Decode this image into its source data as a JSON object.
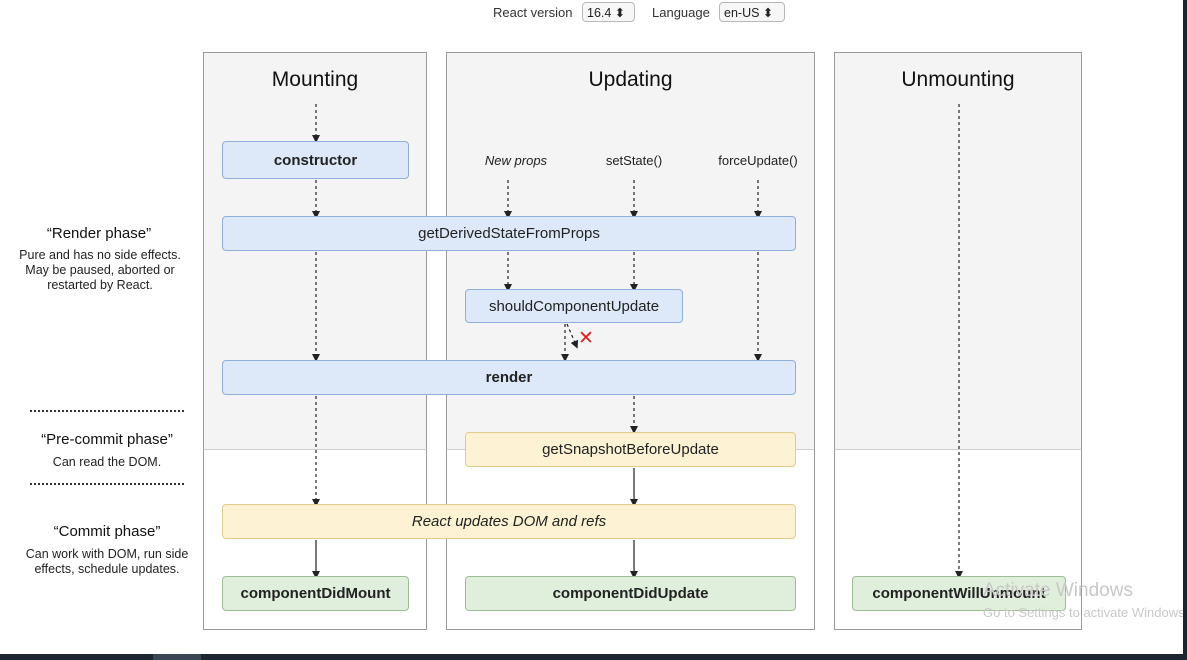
{
  "header": {
    "react_version_label": "React version",
    "react_version_value": "16.4 ⬍",
    "language_label": "Language",
    "language_value": "en-US ⬍"
  },
  "columns": {
    "mounting": "Mounting",
    "updating": "Updating",
    "unmounting": "Unmounting"
  },
  "triggers": {
    "new_props": "New props",
    "set_state": "setState()",
    "force_update": "forceUpdate()"
  },
  "methods": {
    "constructor": "constructor",
    "get_derived_state": "getDerivedStateFromProps",
    "should_component_update": "shouldComponentUpdate",
    "render": "render",
    "get_snapshot": "getSnapshotBeforeUpdate",
    "react_updates": "React updates DOM and refs",
    "component_did_mount": "componentDidMount",
    "component_did_update": "componentDidUpdate",
    "component_will_unmount": "componentWillUnmount"
  },
  "phases": {
    "render_title": "“Render phase”",
    "render_desc": "Pure and has no side effects. May be paused, aborted or restarted by React.",
    "precommit_title": "“Pre-commit phase”",
    "precommit_desc": "Can read the DOM.",
    "commit_title": "“Commit phase”",
    "commit_desc": "Can work with DOM, run side effects, schedule updates."
  },
  "watermark": {
    "line1": "Activate Windows",
    "line2": "Go to Settings to activate Windows."
  },
  "colors": {
    "blue_box": "#dde8f8",
    "yellow_box": "#fdf3d4",
    "green_box": "#e0eedc",
    "cancel_x": "#e02020"
  }
}
